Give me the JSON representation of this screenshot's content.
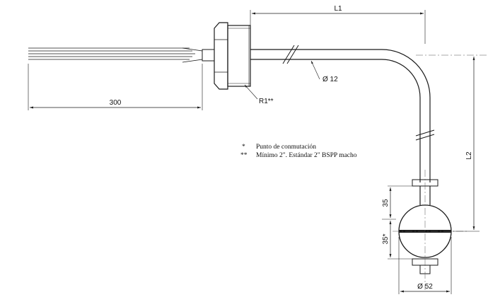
{
  "dimensions": {
    "cable_length": "300",
    "length_horizontal": "L1",
    "length_vertical": "L2",
    "tube_diameter": "Ø 12",
    "thread_size": "R1**",
    "float_upper": "35",
    "float_lower": "35*",
    "float_diameter": "Ø 52"
  },
  "notes": [
    {
      "marker": "*",
      "text": "Punto de conmutación"
    },
    {
      "marker": "**",
      "text": "Mínimo 2\". Estándar 2\" BSPP macho"
    }
  ]
}
